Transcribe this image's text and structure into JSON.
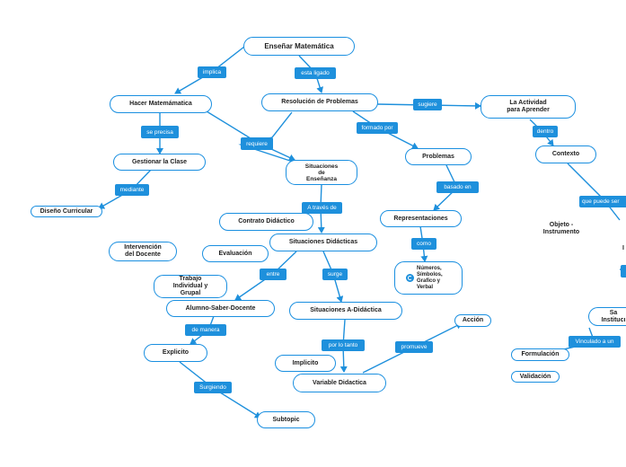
{
  "nodes": {
    "ensenar": "Enseñar Matemática",
    "hacer": "Hacer Matemámatica",
    "resolucion": "Resolución de Problemas",
    "actividad": "La Actividad\npara Aprender",
    "gestionar": "Gestionar la Clase",
    "situaciones_ens": "Situaciones\nde\nEnseñanza",
    "problemas": "Problemas",
    "contexto": "Contexto",
    "diseno": "Diseño Curricular",
    "contrato": "Contrato Didáctico",
    "representaciones": "Representaciones",
    "objeto": "Objeto -\nInstrumento",
    "intervencion": "Intervención\ndel Docente",
    "evaluacion": "Evaluación",
    "sit_didacticas": "Situaciones Didácticas",
    "trabajo": "Trabajo\nIndividual y\nGrupal",
    "numeros": "Números,\nSímbolos,\nGrafico y\nVerbal",
    "alumno": "Alumno-Saber-Docente",
    "sit_adidactica": "Situaciones A-Didáctica",
    "accion": "Acción",
    "explicito": "Explicito",
    "implicito": "Implicito",
    "variable": "Variable Didactica",
    "formulacion": "Formulación",
    "validacion": "Validación",
    "subtopic": "Subtopic",
    "cut_i": "I",
    "cut_sa": "Sa\nInstitucı"
  },
  "links": {
    "implica": "implica",
    "esta_ligado": "esta ligado",
    "sugiere": "sugiere",
    "se_precisa": "se precisa",
    "requiere": "requiere",
    "formado_por": "formado por",
    "dentro": "dentro",
    "mediante": "mediante",
    "a_traves_de": "A través de",
    "basado_en": "basado en",
    "que_puede_ser": "que puede ser",
    "como": "como",
    "entre": "entre",
    "surge": "surge",
    "de_manera": "de manera",
    "por_lo_tanto": "por lo tanto",
    "promueve": "promueve",
    "vinculado_a_un": "Vinculado a un",
    "surgiendo": "Surgiendo"
  },
  "colors": {
    "accent": "#1e90dc",
    "node_border": "#1a8fe0",
    "text": "#1e1e1e"
  }
}
